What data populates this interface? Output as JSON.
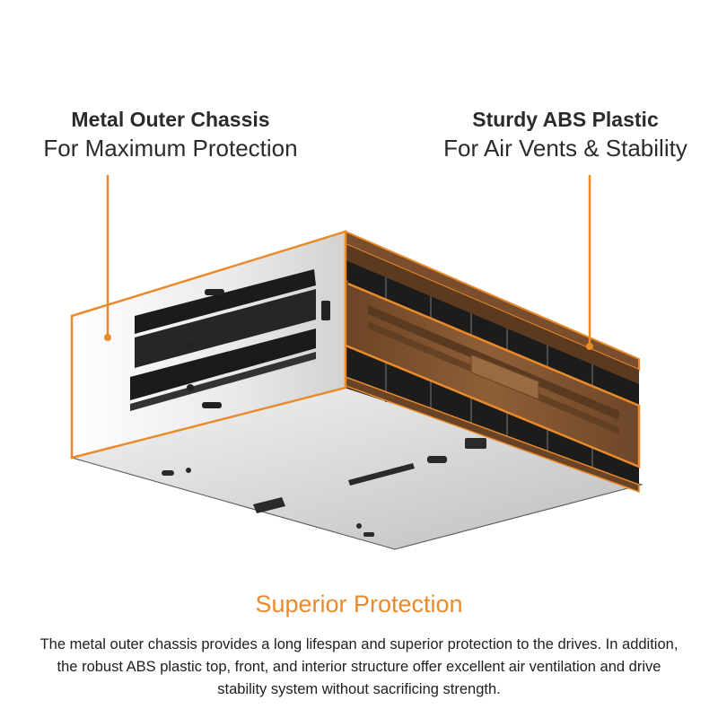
{
  "callouts": {
    "left": {
      "title": "Metal Outer Chassis",
      "subtitle": "For Maximum Protection"
    },
    "right": {
      "title": "Sturdy ABS Plastic",
      "subtitle": "For Air Vents & Stability"
    }
  },
  "section": {
    "title": "Superior Protection",
    "body": "The metal outer chassis provides a long lifespan and superior protection to the drives. In addition, the robust ABS plastic top, front, and interior structure offer excellent air ventilation and drive stability system without sacrificing strength."
  },
  "colors": {
    "accent": "#e98a2b",
    "plastic": "#8a5a32",
    "metal": "#e6e6e6"
  }
}
